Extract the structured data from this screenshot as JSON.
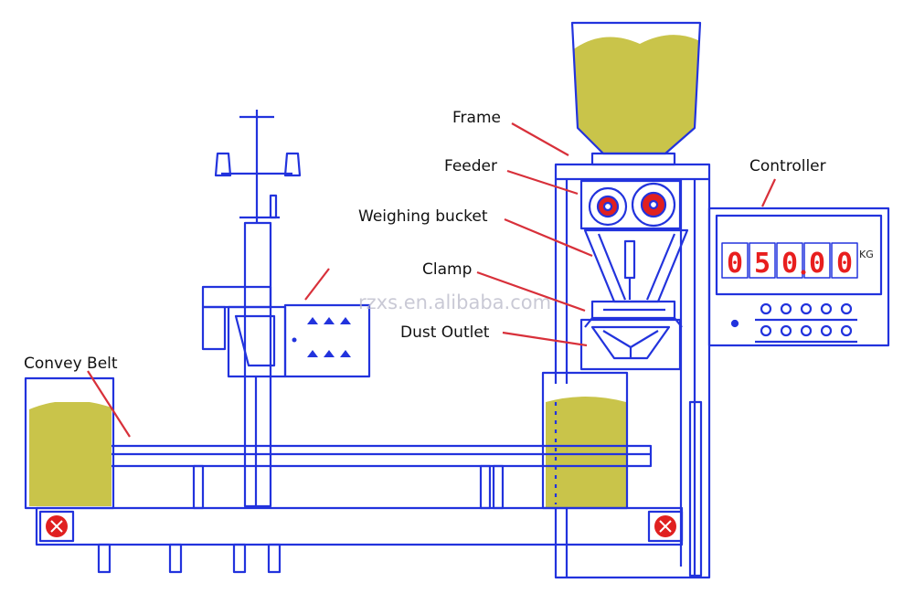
{
  "labels": {
    "frame": "Frame",
    "feeder": "Feeder",
    "weighing_bucket": "Weighing bucket",
    "clamp": "Clamp",
    "dust_outlet": "Dust Outlet",
    "controller": "Controller",
    "convey_belt": "Convey Belt"
  },
  "display": {
    "digits": [
      "0",
      "5",
      "0",
      "0",
      "0"
    ],
    "unit": "KG"
  },
  "watermark": "rzxs.en.alibaba.com",
  "colors": {
    "line": "#2233dd",
    "product": "#c9c44a",
    "pointer": "#d8303a",
    "display_digit": "#e81e1e",
    "valve_red": "#e02020"
  }
}
